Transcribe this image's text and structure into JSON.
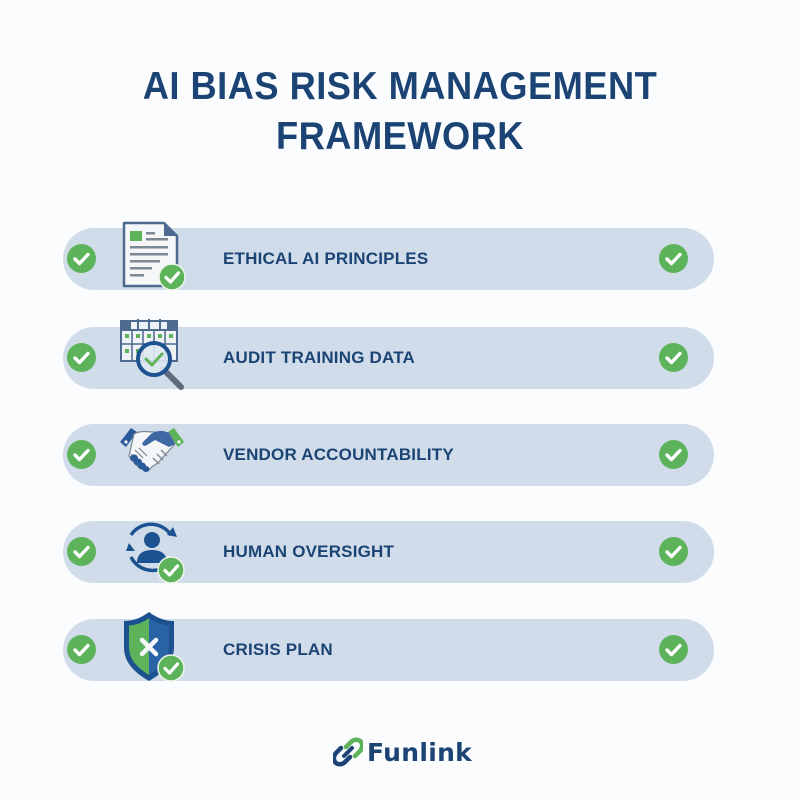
{
  "header": {
    "title_line1": "AI BIAS RISK MANAGEMENT",
    "title_line2": "FRAMEWORK"
  },
  "rows": [
    {
      "label": "ETHICAL AI PRINCIPLES",
      "icon": "document-check-icon",
      "status": "checked"
    },
    {
      "label": "AUDIT TRAINING DATA",
      "icon": "calendar-magnifier-icon",
      "status": "checked"
    },
    {
      "label": "VENDOR ACCOUNTABILITY",
      "icon": "handshake-icon",
      "status": "checked"
    },
    {
      "label": "HUMAN OVERSIGHT",
      "icon": "user-cycle-icon",
      "status": "checked"
    },
    {
      "label": "CRISIS PLAN",
      "icon": "shield-x-icon",
      "status": "checked"
    }
  ],
  "footer": {
    "brand": "Funlink",
    "logo_icon": "chain-link-icon"
  },
  "colors": {
    "primary_navy": "#1b4475",
    "accent_green": "#5cb35a",
    "pill_background": "#d0dce9",
    "page_background": "#fbfcfd"
  }
}
